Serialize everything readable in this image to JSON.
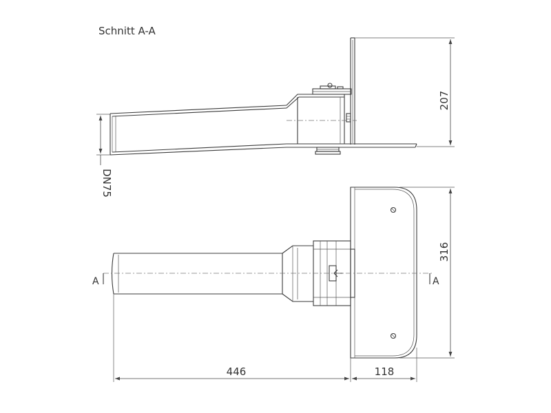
{
  "section_title": "Schnitt A-A",
  "dimensions": {
    "height": "207",
    "pipe_diameter": "DN75",
    "width": "316",
    "length": "446",
    "depth": "118"
  },
  "section_marks": {
    "left": "A",
    "right": "A"
  }
}
